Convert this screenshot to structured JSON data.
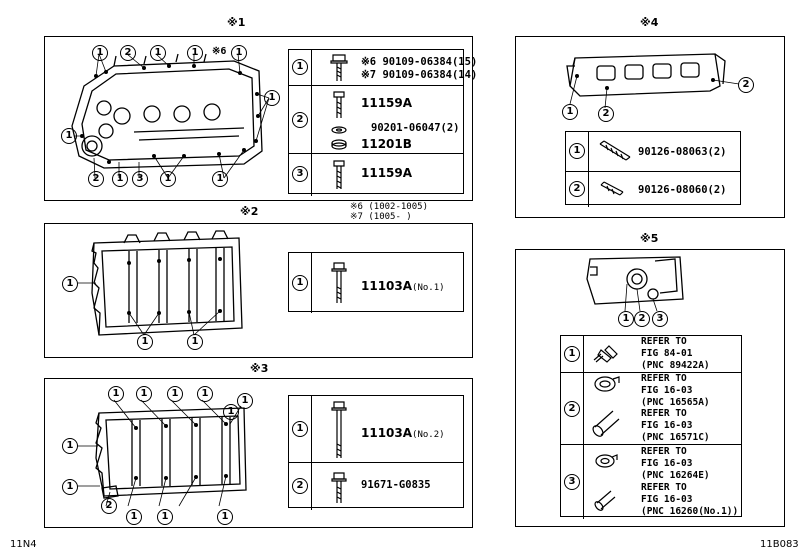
{
  "panels": {
    "p1": {
      "title": "※1",
      "callouts": {
        "c1": "1",
        "c2": "2",
        "c3": "1",
        "c4": "1",
        "mark6": "※6",
        "c5": "1",
        "c6": "1",
        "c7": "1",
        "c8": "1",
        "c9": "2",
        "c10": "1",
        "c11": "3",
        "c12": "1",
        "c13": "1",
        "c14": "1"
      },
      "legend": [
        {
          "num": "1",
          "lines": [
            "※6  90109-06384(15)",
            "※7  90109-06384(14)"
          ]
        },
        {
          "num": "2",
          "lines": [
            "11159A",
            "90201-06047(2)",
            "11201B"
          ]
        },
        {
          "num": "3",
          "lines": [
            "11159A"
          ]
        }
      ]
    },
    "p2": {
      "title": "※2",
      "note1": "※6 (1002-1005)",
      "note2": "※7 (1005-     )",
      "callouts": {
        "c1": "1",
        "c2": "1",
        "c3": "1"
      },
      "legend": [
        {
          "num": "1",
          "part": "11103A",
          "suffix": "(No.1)"
        }
      ]
    },
    "p3": {
      "title": "※3",
      "callouts": {
        "c1": "1",
        "c2": "1",
        "c3": "1",
        "c4": "1",
        "c5": "1",
        "c6": "1",
        "c7": "1",
        "c8": "1",
        "c9": "1",
        "c10": "1",
        "c11": "2",
        "c12": "1",
        "c13": "1",
        "c14": "1"
      },
      "legend": [
        {
          "num": "1",
          "part": "11103A",
          "suffix": "(No.2)"
        },
        {
          "num": "2",
          "part": "91671-G0835"
        }
      ]
    },
    "p4": {
      "title": "※4",
      "callouts": {
        "c1": "1",
        "c2": "2",
        "c3": "2"
      },
      "legend": [
        {
          "num": "1",
          "part": "90126-08063(2)"
        },
        {
          "num": "2",
          "part": "90126-08060(2)"
        }
      ]
    },
    "p5": {
      "title": "※5",
      "callouts": {
        "c1": "1",
        "c2": "2",
        "c3": "3"
      },
      "legend": [
        {
          "num": "1",
          "refs": [
            "REFER TO\nFIG 84-01\n(PNC 89422A)"
          ]
        },
        {
          "num": "2",
          "refs": [
            "REFER TO\nFIG 16-03\n(PNC 16565A)",
            "REFER TO\nFIG 16-03\n(PNC 16571C)"
          ]
        },
        {
          "num": "3",
          "refs": [
            "REFER TO\nFIG 16-03\n(PNC 16264E)",
            "REFER TO\nFIG 16-03\n(PNC 16260(No.1))"
          ]
        }
      ]
    }
  },
  "footer": {
    "left": "11N4",
    "right": "11B083"
  }
}
